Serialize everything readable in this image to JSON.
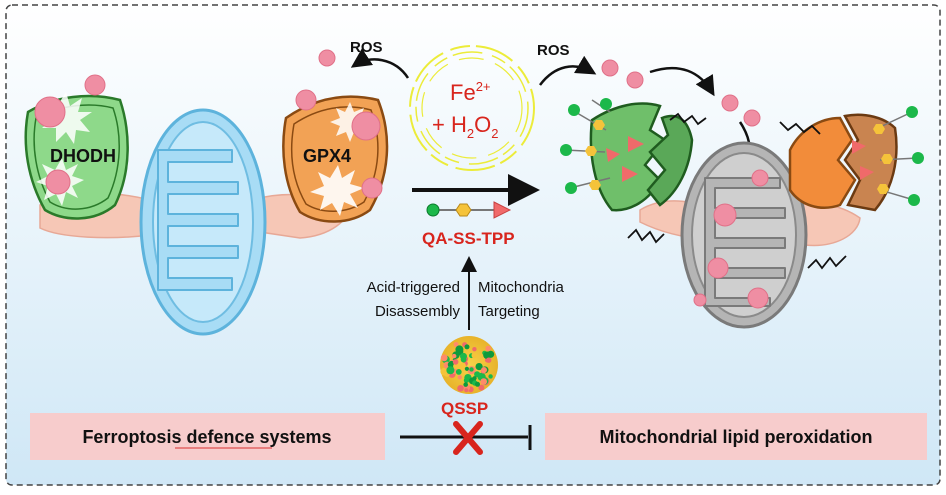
{
  "labels": {
    "dhodh": "DHODH",
    "gpx4": "GPX4",
    "ros_left": "ROS",
    "ros_right": "ROS",
    "fe": "Fe",
    "fe_charge": "2+",
    "h2o2_plus": "+ H",
    "h2o2_sub1": "2",
    "h2o2_o": "O",
    "h2o2_sub2": "2",
    "compound": "QA-SS-TPP",
    "acid_line1": "Acid-triggered",
    "acid_line2": "Disassembly",
    "mito_line1": "Mitochondria",
    "mito_line2": "Targeting",
    "nanoparticle": "QSSP",
    "box_left": "Ferroptosis defence systems",
    "box_right": "Mitochondrial lipid peroxidation"
  },
  "colors": {
    "red_text": "#d8251d",
    "pink_dot": "#ef8ea3",
    "green_shield": "#8ed98a",
    "orange_shield": "#f2a255",
    "mito_blue": "#a8dcf5",
    "mito_gray": "#b5b5b5",
    "box_fill": "#f7cccc",
    "fe_ring": "#ecec3a"
  },
  "icons": {
    "inhibit": "red-x-icon",
    "linker": "qa-ss-tpp-molecule-icon"
  }
}
